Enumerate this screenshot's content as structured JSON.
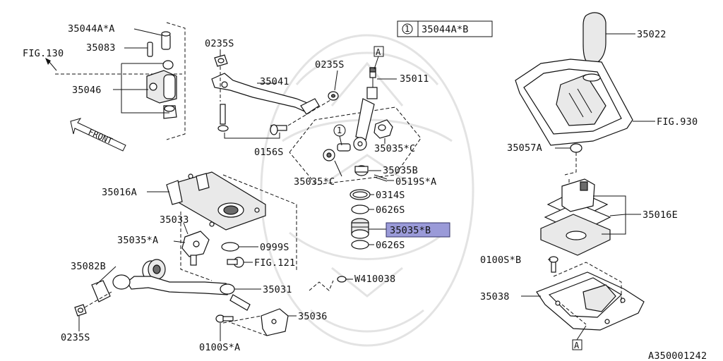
{
  "diagram": {
    "doc_id": "A350001242",
    "legend": {
      "num": "1",
      "part": "35044A*B"
    },
    "callout_ref": "1",
    "ref_a": "A",
    "labels": {
      "p35044A_A": "35044A*A",
      "p35083": "35083",
      "fig130": "FIG.130",
      "p35046": "35046",
      "front": "FRONT",
      "p0235S_1": "0235S",
      "p35041": "35041",
      "p0235S_2": "0235S",
      "p35011": "35011",
      "p0156S": "0156S",
      "p35035_C1": "35035*C",
      "p35035_C2": "35035*C",
      "p35035B": "35035B",
      "p0519S_A": "0519S*A",
      "p0314S": "0314S",
      "p0626S_1": "0626S",
      "p35035_B": "35035*B",
      "p0626S_2": "0626S",
      "p35016A": "35016A",
      "p35033": "35033",
      "p35035_A": "35035*A",
      "p0999S": "0999S",
      "fig121": "FIG.121",
      "p35082B": "35082B",
      "w410038": "W410038",
      "p35031": "35031",
      "p35036": "35036",
      "p0235S_3": "0235S",
      "p0100S_A": "0100S*A",
      "p35022": "35022",
      "fig930": "FIG.930",
      "p35057A": "35057A",
      "p35016E": "35016E",
      "p0100S_B": "0100S*B",
      "p35038": "35038"
    }
  },
  "colors": {
    "highlight": "#9a9ad8",
    "line": "#111111"
  }
}
